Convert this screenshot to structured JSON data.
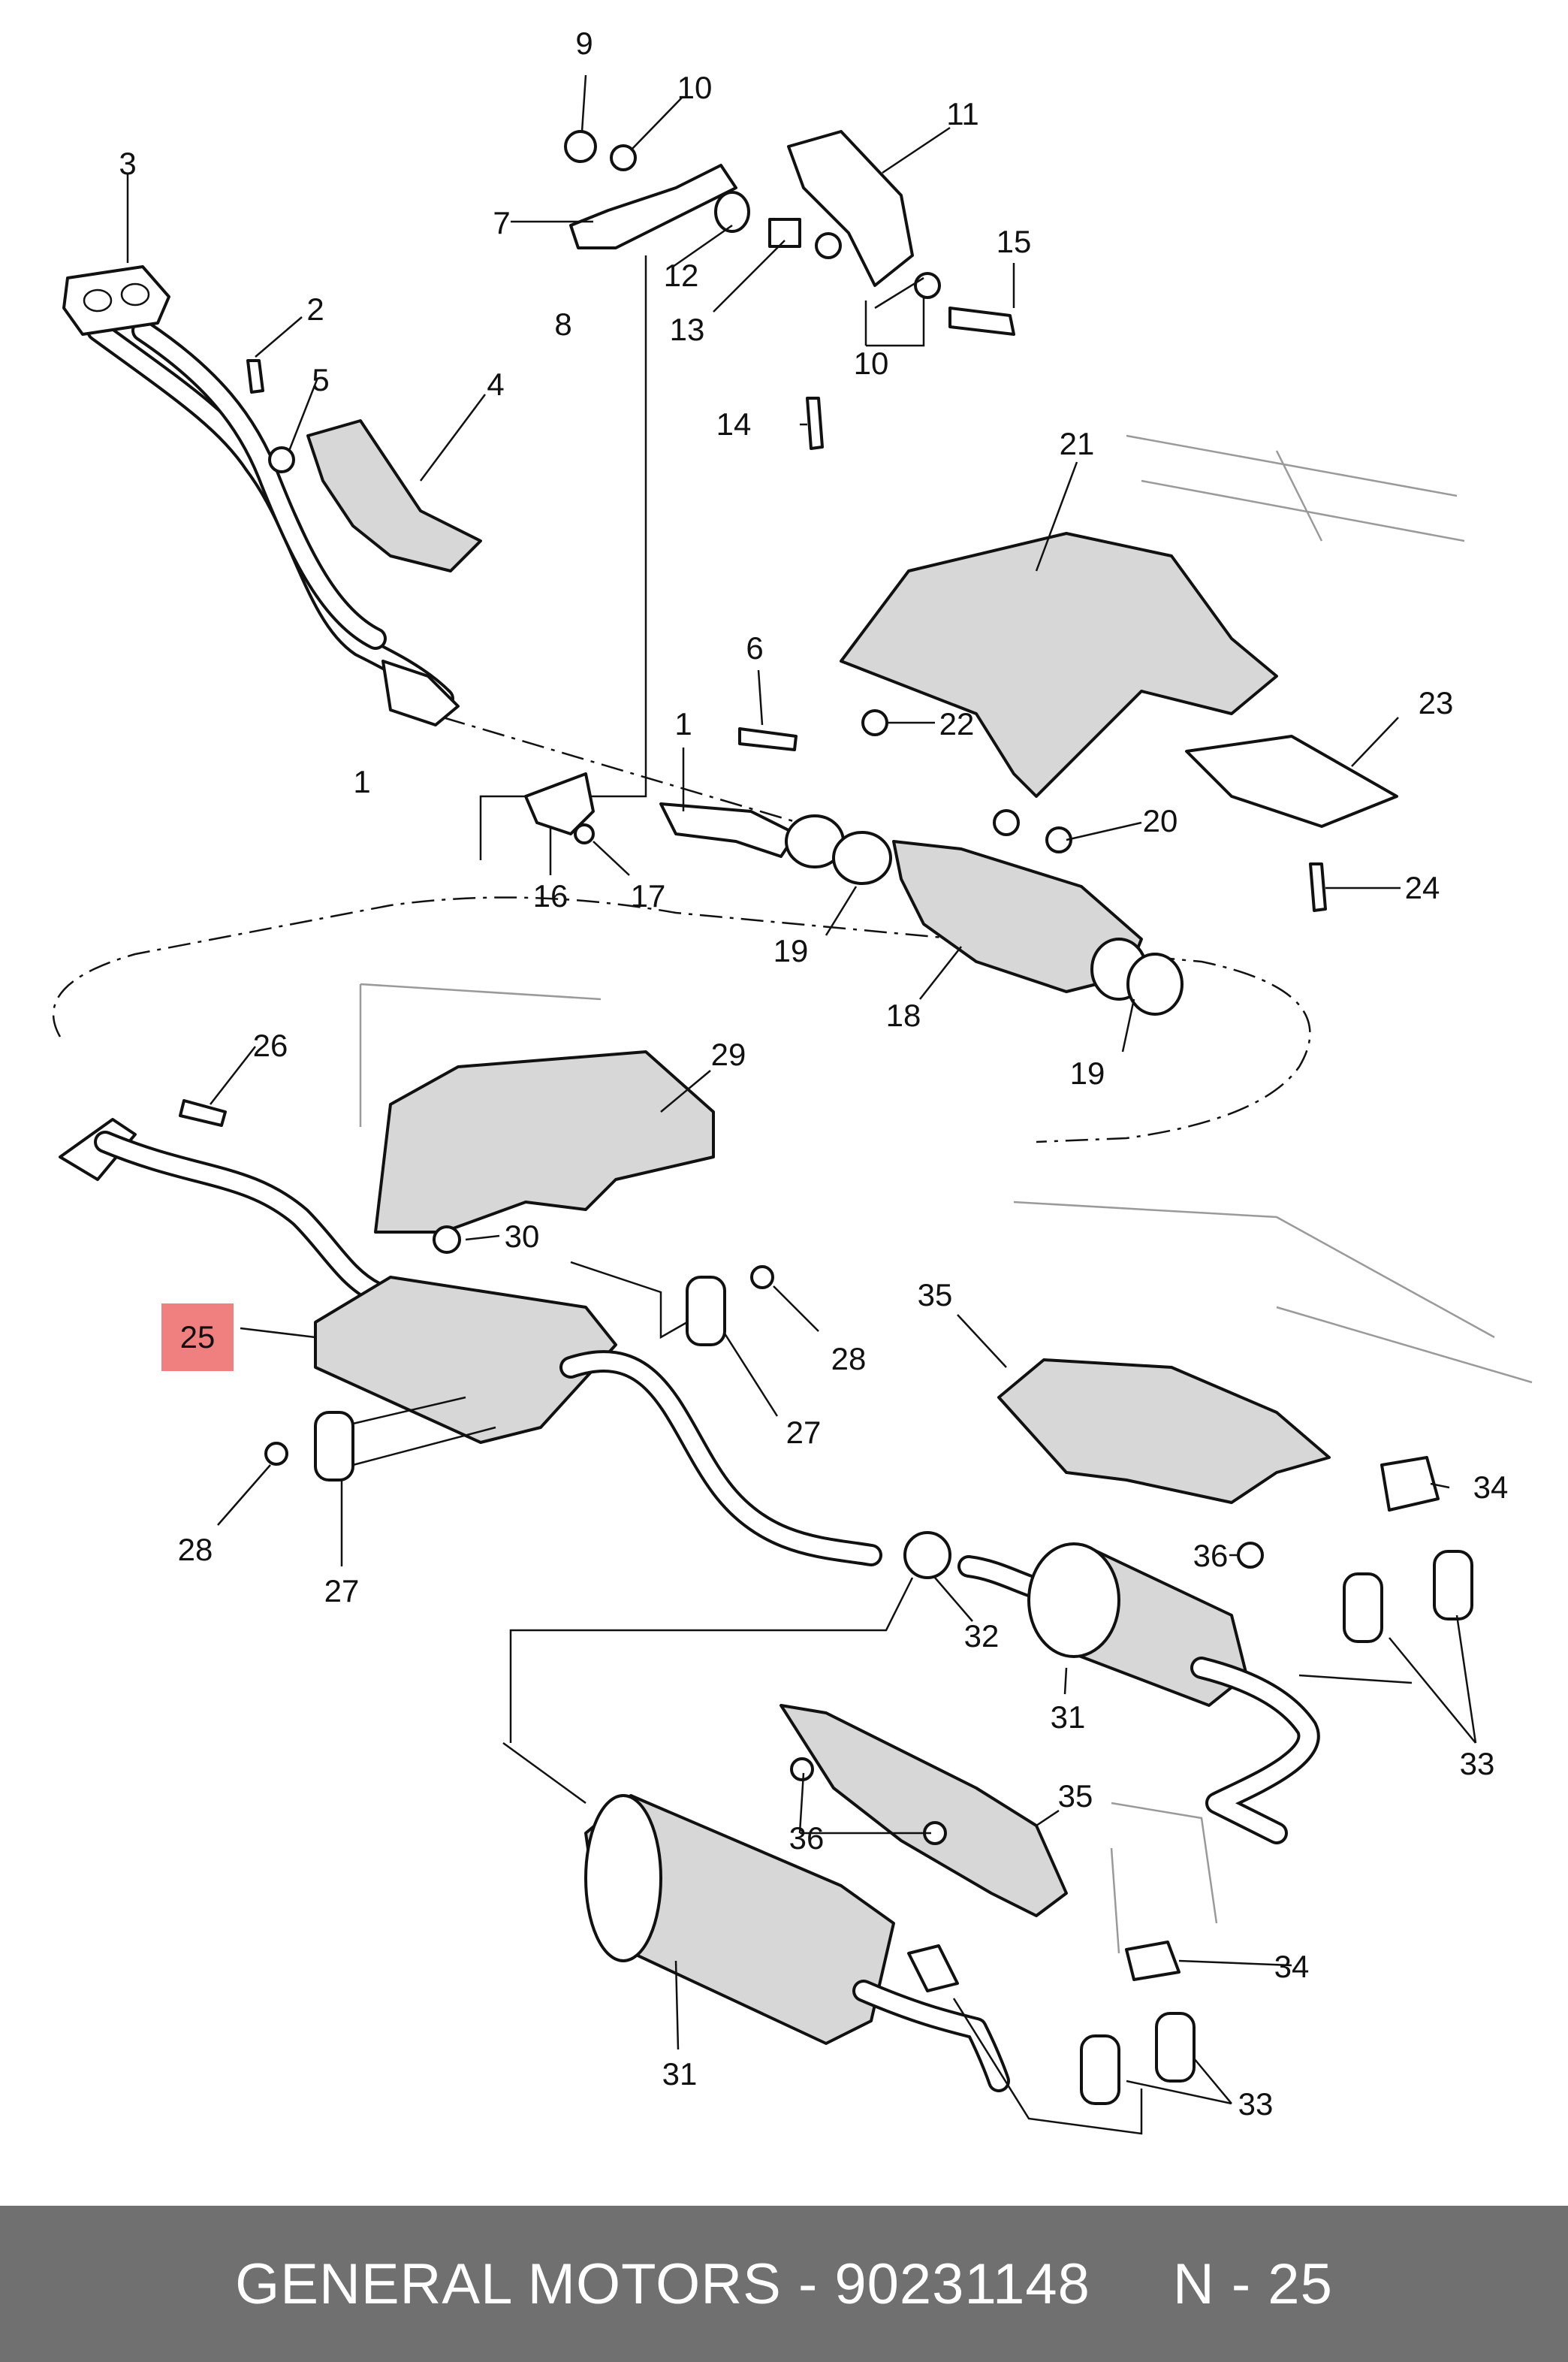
{
  "diagram": {
    "callouts": [
      "1",
      "1",
      "2",
      "3",
      "4",
      "5",
      "6",
      "7",
      "8",
      "9",
      "10",
      "10",
      "11",
      "12",
      "13",
      "14",
      "15",
      "16",
      "17",
      "18",
      "19",
      "19",
      "20",
      "21",
      "22",
      "23",
      "24",
      "25",
      "26",
      "27",
      "27",
      "28",
      "28",
      "29",
      "30",
      "31",
      "31",
      "32",
      "33",
      "33",
      "34",
      "34",
      "35",
      "35",
      "36",
      "36"
    ],
    "highlighted_part": "25",
    "highlight_color": "#f08080"
  },
  "footer": {
    "brand_part": "GENERAL MOTORS - 90231148",
    "ref": "N - 25"
  }
}
